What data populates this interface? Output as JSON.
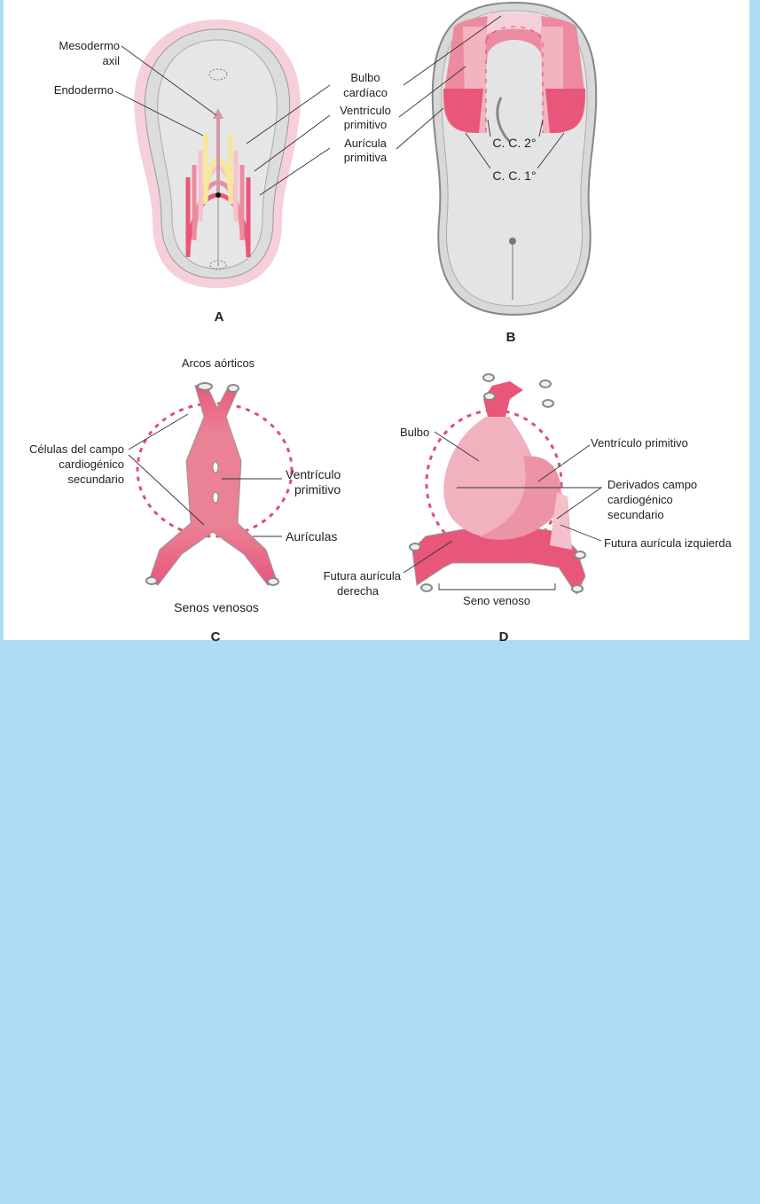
{
  "panel_a": {
    "labels": {
      "mesodermo_1": "Mesodermo",
      "mesodermo_2": "axil",
      "endodermo": "Endodermo",
      "bulbo_1": "Bulbo",
      "bulbo_2": "cardíaco",
      "ventriculo_1": "Ventrículo",
      "ventriculo_2": "primitivo",
      "auricula_1": "Aurícula",
      "auricula_2": "primitiva"
    },
    "letter": "A"
  },
  "panel_b": {
    "labels": {
      "cc2": "C. C. 2°",
      "cc1": "C. C. 1°"
    },
    "letter": "B"
  },
  "panel_c": {
    "labels": {
      "arcos": "Arcos aórticos",
      "celulas_1": "Células del campo",
      "celulas_2": "cardiogénico",
      "celulas_3": "secundario",
      "ventriculo_1": "Ventrículo",
      "ventriculo_2": "primitivo",
      "auriculas": "Aurículas",
      "senos": "Senos venosos"
    },
    "letter": "C"
  },
  "panel_d": {
    "labels": {
      "bulbo": "Bulbo",
      "ventriculo": "Ventrículo primitivo",
      "derivados_1": "Derivados campo",
      "derivados_2": "cardiogénico",
      "derivados_3": "secundario",
      "futura_izq": "Futura aurícula izquierda",
      "futura_der_1": "Futura aurícula",
      "futura_der_2": "derecha",
      "seno": "Seno venoso"
    },
    "letter": "D"
  },
  "colors": {
    "background": "#aedcf4",
    "pink": "#e8577a",
    "light_pink": "#f3b3c1",
    "yellow": "#f6e79a",
    "gray": "#d9d9d9"
  }
}
